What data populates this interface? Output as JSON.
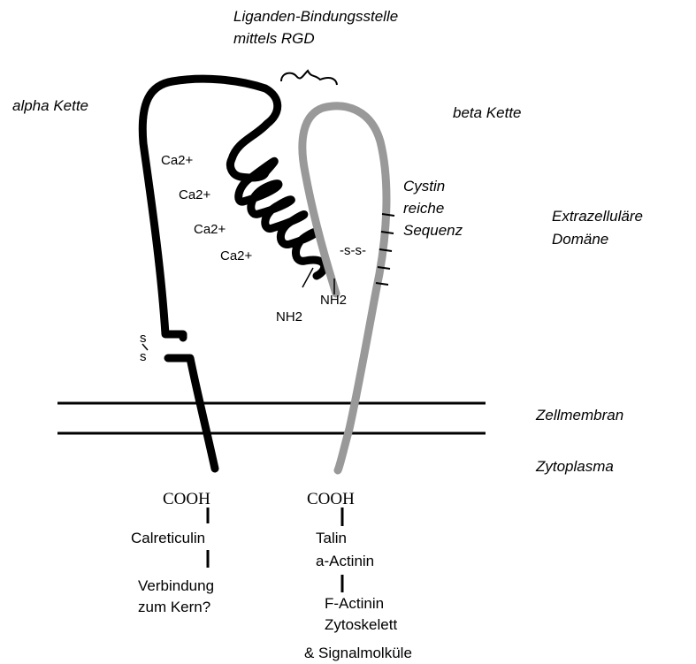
{
  "labels": {
    "binding_site_line1": "Liganden-Bindungsstelle",
    "binding_site_line2": "mittels RGD",
    "alpha_chain": "alpha Kette",
    "beta_chain": "beta Kette",
    "cystin_line1": "Cystin",
    "cystin_line2": "reiche",
    "cystin_line3": "Sequenz",
    "extracellular_line1": "Extrazelluläre",
    "extracellular_line2": "Domäne",
    "calcium": [
      "Ca2+",
      "Ca2+",
      "Ca2+",
      "Ca2+"
    ],
    "nh2_alpha": "NH2",
    "nh2_beta": "NH2",
    "disulfide_beta": "-s-s-",
    "disulfide_alpha_s1": "s",
    "disulfide_alpha_s2": "s",
    "cell_membrane": "Zellmembran",
    "cytoplasm": "Zytoplasma",
    "cooh_alpha": "COOH",
    "cooh_beta": "COOH",
    "calreticulin": "Calreticulin",
    "verbindung_line1": "Verbindung",
    "verbindung_line2": "zum Kern?",
    "talin": "Talin",
    "a_actinin": "a-Actinin",
    "f_actinin": "F-Actinin",
    "zytoskelett": "Zytoskelett",
    "signalmolekuele": "& Signalmolküle"
  },
  "colors": {
    "alpha_chain": "#000000",
    "beta_chain": "#999999",
    "membrane": "#000000"
  }
}
